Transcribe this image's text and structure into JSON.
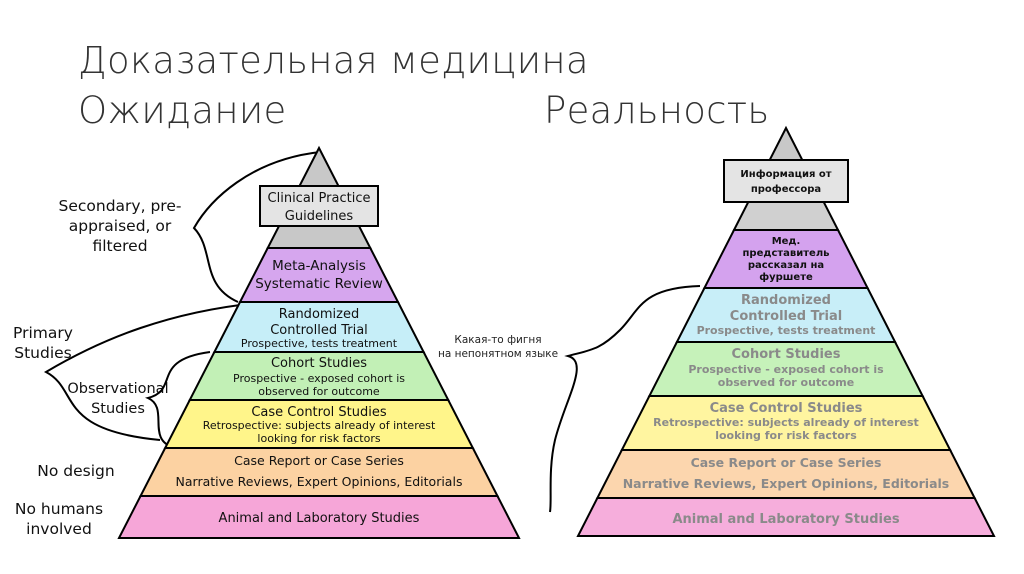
{
  "title": {
    "line1": "Доказательная медицина",
    "left": "Ожидание",
    "right": "Реальность"
  },
  "side_labels": {
    "secondary": [
      "Secondary, pre-",
      "appraised, or",
      "filtered"
    ],
    "primary": [
      "Primary",
      "Studies"
    ],
    "observational": [
      "Observational",
      "Studies"
    ],
    "no_design": "No design",
    "no_humans": [
      "No humans",
      "involved"
    ]
  },
  "left_pyramid": {
    "tiers": [
      {
        "lines": [
          "Clinical Practice",
          "Guidelines"
        ],
        "color": "#c8c8c8"
      },
      {
        "lines": [
          "Meta-Analysis",
          "Systematic Review"
        ],
        "color": "#d6a6ee"
      },
      {
        "lines": [
          "Randomized",
          "Controlled Trial",
          "Prospective, tests treatment"
        ],
        "color": "#c6eef8"
      },
      {
        "lines": [
          "Cohort Studies",
          "Prospective - exposed cohort is",
          "observed for outcome"
        ],
        "color": "#c2f0b6"
      },
      {
        "lines": [
          "Case Control Studies",
          "Retrospective: subjects already of interest",
          "looking for risk factors"
        ],
        "color": "#fff58a"
      },
      {
        "lines": [
          "Case Report or Case Series",
          "Narrative Reviews, Expert Opinions, Editorials"
        ],
        "color": "#fcd2a2"
      },
      {
        "lines": [
          "Animal and Laboratory Studies"
        ],
        "color": "#f6a6d8"
      }
    ]
  },
  "right_pyramid": {
    "annotation": [
      "Какая-то фигня",
      "на непонятном языке"
    ],
    "tiers": [
      {
        "lines": [
          "Информация от",
          "профессора"
        ],
        "color": "#d0d0d0"
      },
      {
        "lines": [
          "Мед.",
          "представитель",
          "рассказал на",
          "фуршете"
        ],
        "color": "#d4a2ee"
      },
      {
        "lines": [
          "Randomized",
          "Controlled Trial",
          "Prospective, tests treatment"
        ],
        "color": "#c8eef8"
      },
      {
        "lines": [
          "Cohort Studies",
          "Prospective - exposed cohort is",
          "observed for outcome"
        ],
        "color": "#c6f2ba"
      },
      {
        "lines": [
          "Case Control Studies",
          "Retrospective: subjects already of interest",
          "looking for risk factors"
        ],
        "color": "#fff5a0"
      },
      {
        "lines": [
          "Case Report or Case Series",
          "Narrative Reviews, Expert Opinions, Editorials"
        ],
        "color": "#fcd6ae"
      },
      {
        "lines": [
          "Animal and Laboratory Studies"
        ],
        "color": "#f6aedc"
      }
    ]
  }
}
